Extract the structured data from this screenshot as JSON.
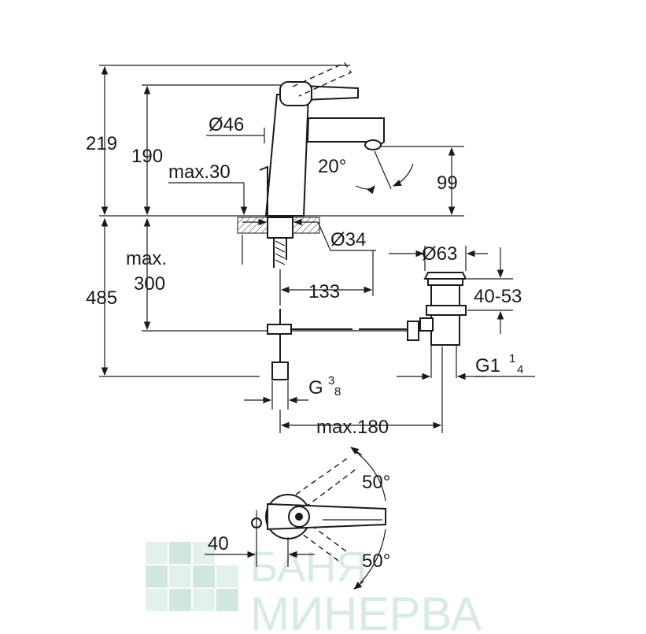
{
  "dimensions": {
    "h219": "219",
    "h190": "190",
    "d46": "Ø46",
    "max30": "max.30",
    "angle20": "20°",
    "h99": "99",
    "d34": "Ø34",
    "max300_a": "max.",
    "max300_b": "300",
    "h485": "485",
    "w133": "133",
    "d63": "Ø63",
    "h4053": "40-53",
    "g_main": "G",
    "g38_num": "3",
    "g38_den": "8",
    "g114_main": "G1",
    "g114_num": "1",
    "g114_den": "4",
    "max180": "max.180",
    "angle50_top": "50°",
    "angle50_bottom": "50°",
    "w40": "40"
  },
  "watermark": {
    "line1": "БАНЯ",
    "line2": "МИНЕРВА"
  },
  "colors": {
    "line": "#1a1a1a",
    "watermark": "#d6ebe6"
  }
}
